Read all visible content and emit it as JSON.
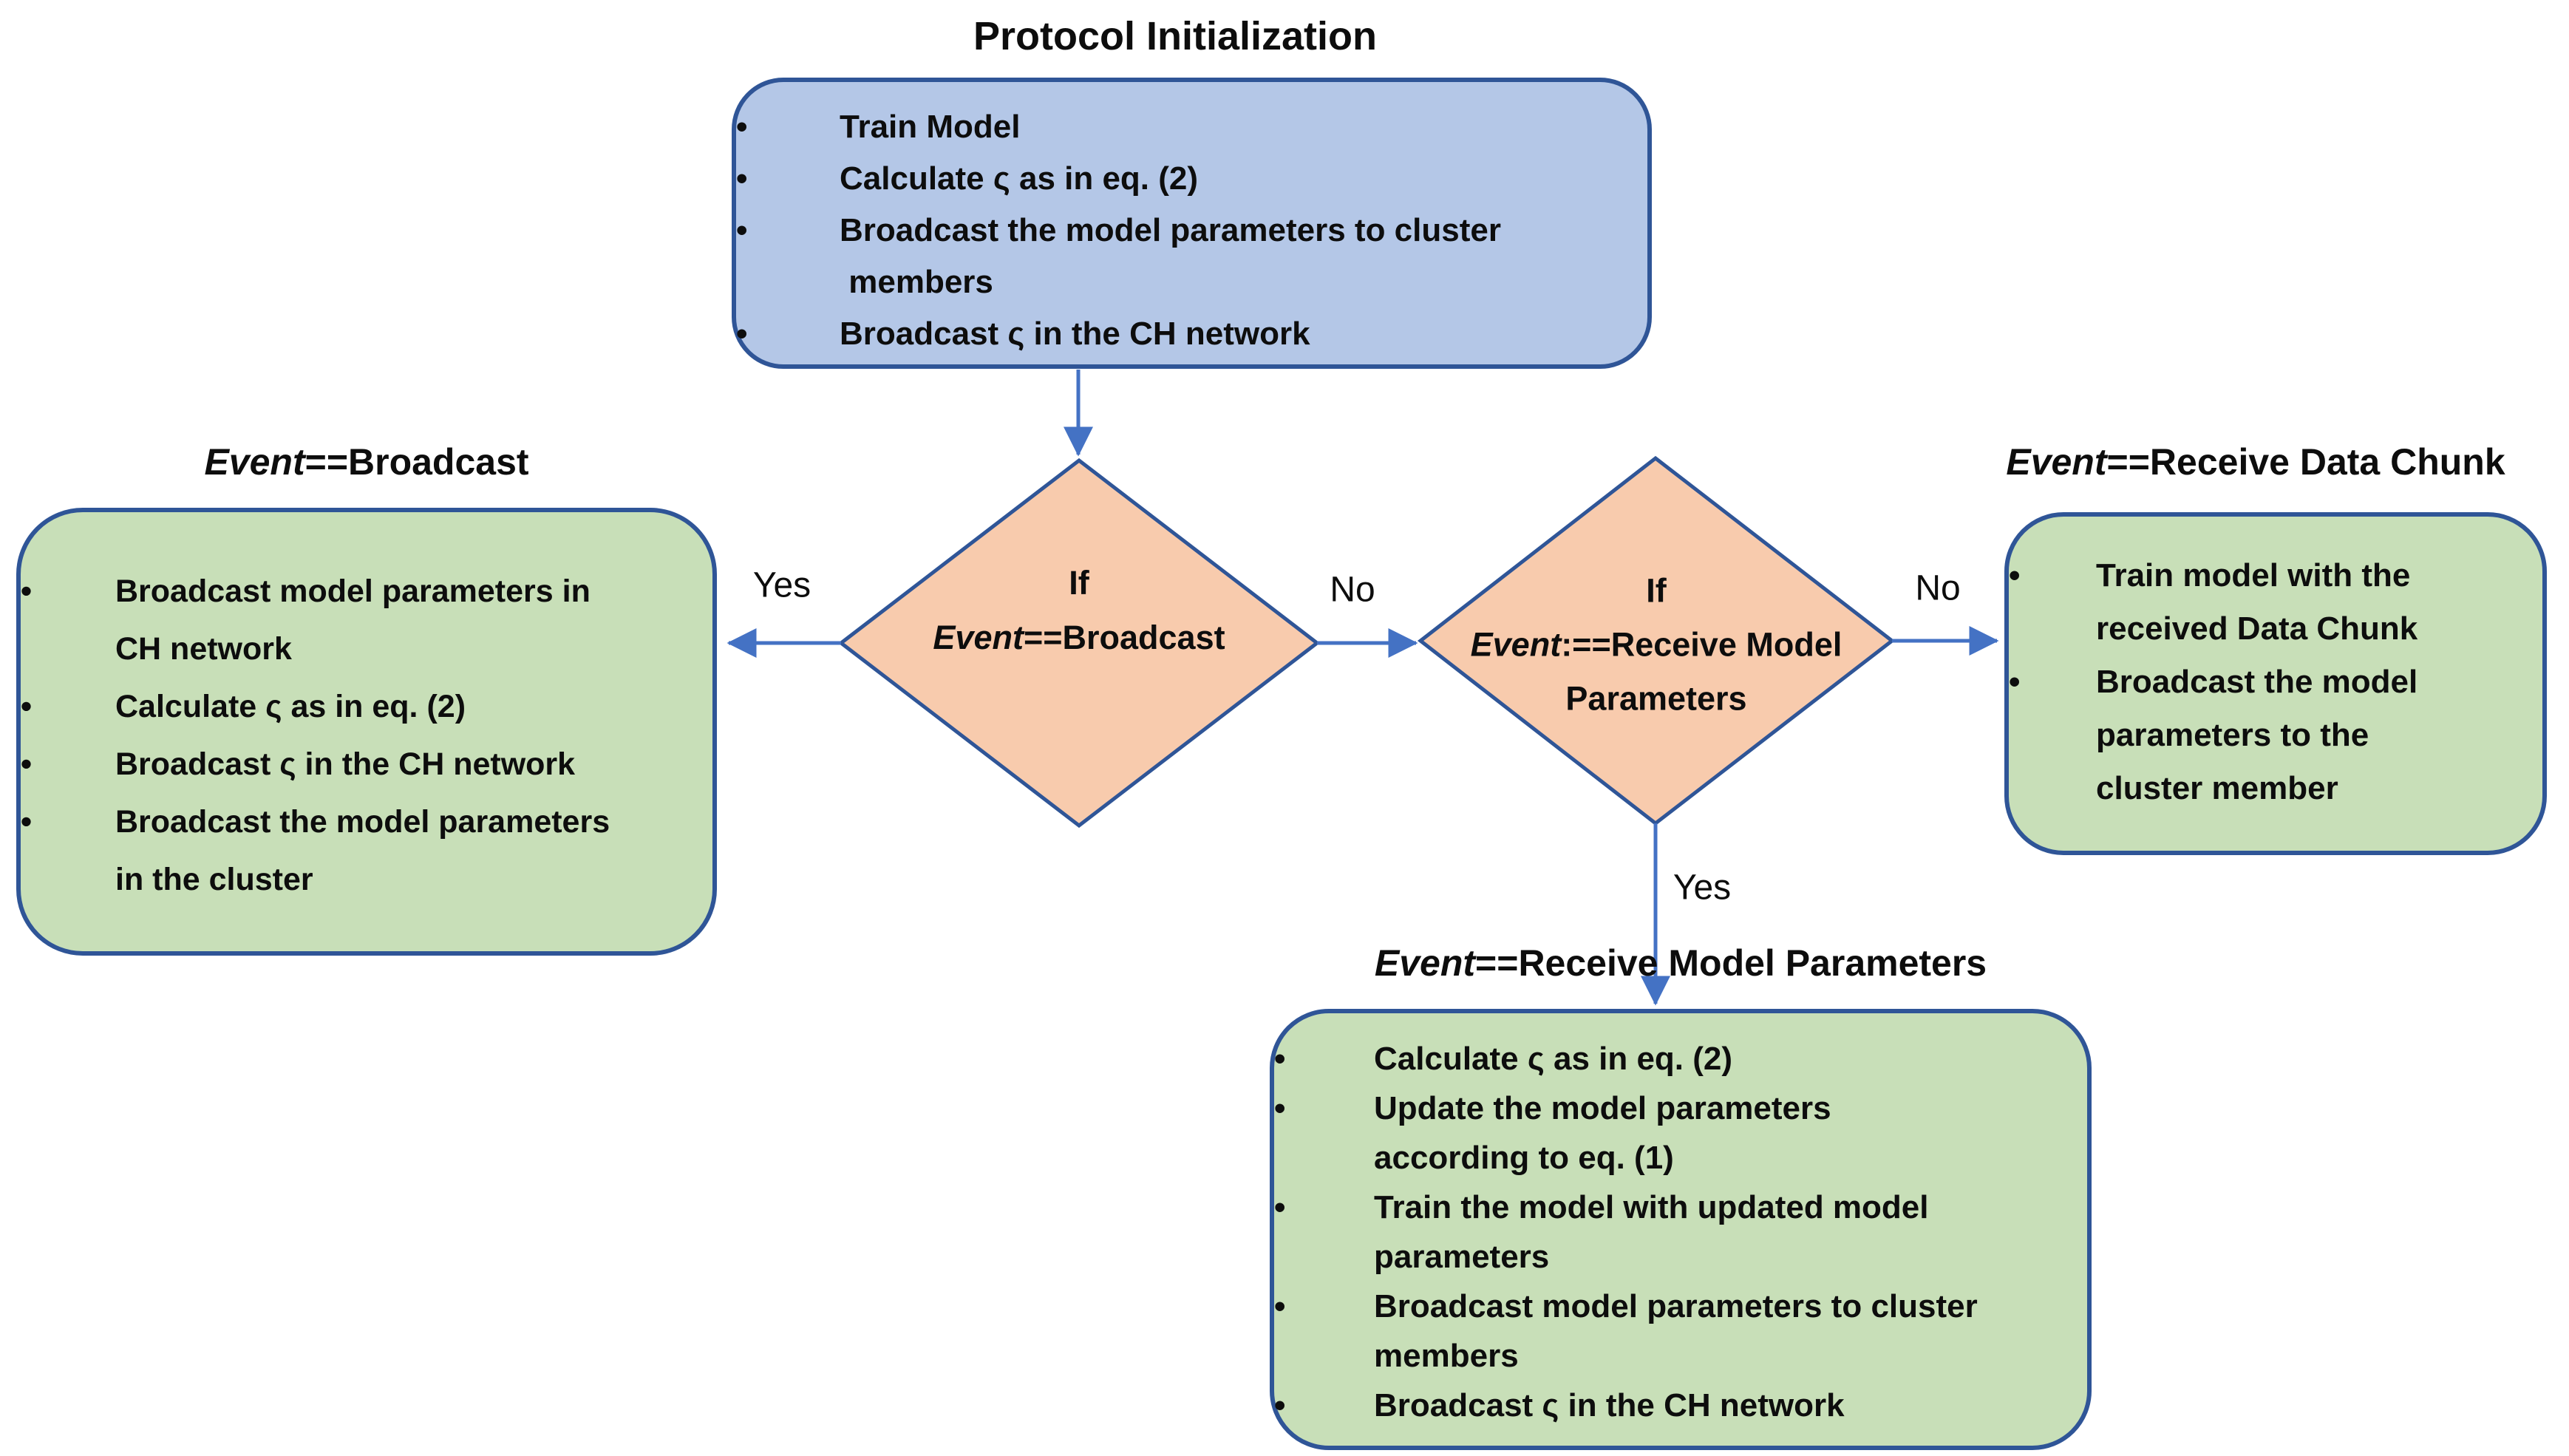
{
  "colors": {
    "canvas-bg": "#ffffff",
    "arrow": "#4472c4",
    "shape-border": "#2f5597",
    "blue-fill": "#b4c7e7",
    "green-fill": "#c8dfb8",
    "orange-fill": "#f8cbad",
    "text": "#0d0d0d"
  },
  "init_box": {
    "title": "Protocol Initialization",
    "bullets": [
      "Train Model",
      "Calculate ς as in eq. (2)",
      "Broadcast the model parameters to cluster\n members",
      "Broadcast ς in the CH network"
    ]
  },
  "decision_broadcast": {
    "if_label": "If",
    "event_word": "Event",
    "condition": "==Broadcast"
  },
  "decision_receive_params": {
    "if_label": "If",
    "event_word": "Event",
    "condition_line1": ":==Receive Model",
    "condition_line2": "Parameters"
  },
  "broadcast_box": {
    "title_event": "Event",
    "title_rest": "==Broadcast",
    "bullets": [
      "Broadcast model parameters in\nCH network",
      "Calculate ς as in eq. (2)",
      "Broadcast ς in the CH network",
      "Broadcast the model parameters\nin the cluster"
    ]
  },
  "data_chunk_box": {
    "title_event": "Event",
    "title_rest": "==Receive Data Chunk",
    "bullets": [
      "Train model with the\nreceived Data Chunk",
      "Broadcast the model\nparameters to the\ncluster member"
    ]
  },
  "receive_params_box": {
    "title_event": "Event",
    "title_rest": "==Receive Model Parameters",
    "bullets": [
      "Calculate ς as in eq. (2)",
      "Update the model parameters\naccording to eq. (1)",
      "Train the model with updated model\nparameters",
      "Broadcast model parameters to cluster\nmembers",
      "Broadcast ς in the CH network"
    ]
  },
  "edge_labels": {
    "yes_broadcast": "Yes",
    "no_broadcast": "No",
    "no_receive_params": "No",
    "yes_receive_params": "Yes"
  }
}
